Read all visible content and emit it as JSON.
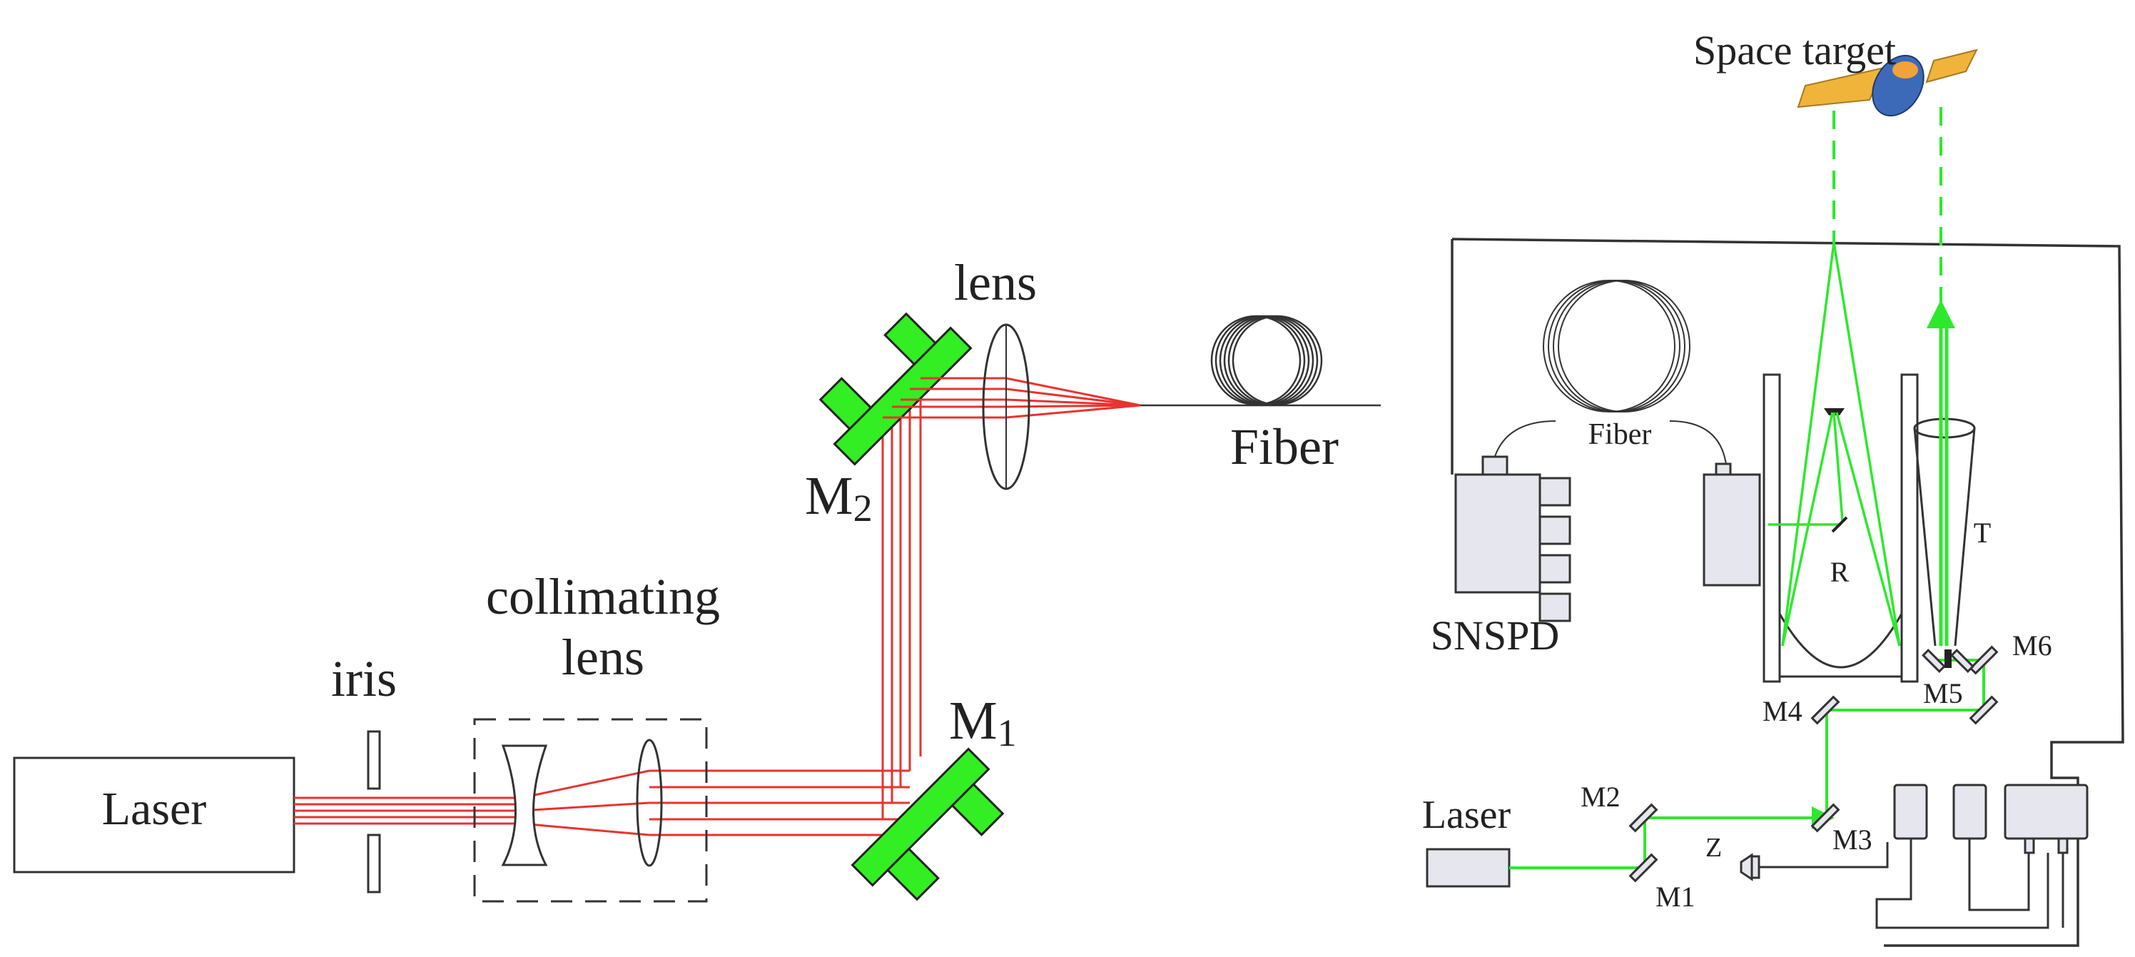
{
  "left_setup": {
    "laser": "Laser",
    "iris": "iris",
    "collimating_lens_line1": "collimating",
    "collimating_lens_line2": "lens",
    "lens": "lens",
    "fiber": "Fiber",
    "m1": {
      "base": "M",
      "sub": "1"
    },
    "m2": {
      "base": "M",
      "sub": "2"
    }
  },
  "right_setup": {
    "space_target": "Space target",
    "fiber": "Fiber",
    "snspd": "SNSPD",
    "laser": "Laser",
    "r": "R",
    "t": "T",
    "z": "Z",
    "m1": "M1",
    "m2": "M2",
    "m3": "M3",
    "m4": "M4",
    "m5": "M5",
    "m6": "M6"
  },
  "colors": {
    "beam_red": "#e8332f",
    "beam_green": "#2ee82e",
    "mirror_green": "#33ee22",
    "outline": "#333333"
  }
}
